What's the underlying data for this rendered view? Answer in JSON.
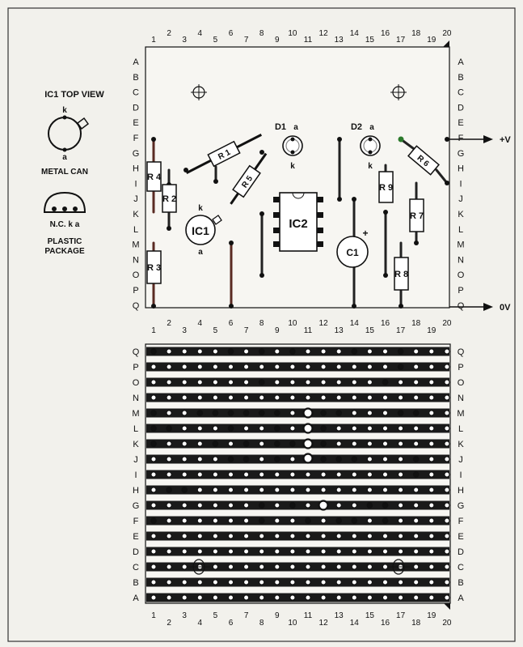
{
  "left_panel": {
    "ic1_top_view_title": "IC1 TOP VIEW",
    "metal_can_label": "METAL CAN",
    "plastic_package_label_1": "PLASTIC",
    "plastic_package_label_2": "PACKAGE",
    "pin_k": "k",
    "pin_a": "a",
    "plastic_pins": "N.C. k a"
  },
  "grid": {
    "columns": [
      "1",
      "2",
      "3",
      "4",
      "5",
      "6",
      "7",
      "8",
      "9",
      "10",
      "11",
      "12",
      "13",
      "14",
      "15",
      "16",
      "17",
      "18",
      "19",
      "20"
    ],
    "top_rows": [
      "A",
      "B",
      "C",
      "D",
      "E",
      "F",
      "G",
      "H",
      "I",
      "J",
      "K",
      "L",
      "M",
      "N",
      "O",
      "P",
      "Q"
    ],
    "bottom_rows": [
      "Q",
      "P",
      "O",
      "N",
      "M",
      "L",
      "K",
      "J",
      "I",
      "H",
      "G",
      "F",
      "E",
      "D",
      "C",
      "B",
      "A"
    ]
  },
  "rails": {
    "positive": "+V",
    "ground": "0V"
  },
  "components": {
    "R1": "R 1",
    "R2": "R 2",
    "R3": "R 3",
    "R4": "R 4",
    "R5": "R 5",
    "R6": "R 6",
    "R7": "R 7",
    "R8": "R 8",
    "R9": "R 9",
    "IC1": "IC1",
    "IC2": "IC2",
    "C1": "C1",
    "D1": "D1",
    "D2": "D2",
    "k": "k",
    "a": "a",
    "plus": "+"
  },
  "colors": {
    "background": "#f2f1ec",
    "ink": "#111111",
    "strip": "#1a1a1a",
    "resistor_lead": "#5a2a22",
    "accent_red": "#b02020"
  }
}
